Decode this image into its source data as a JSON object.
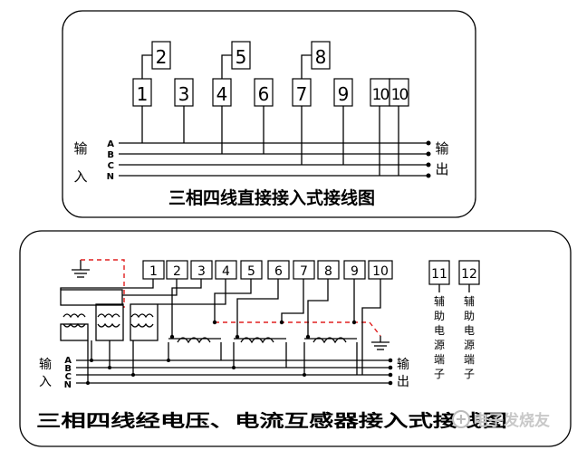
{
  "top": {
    "terminals": [
      "1",
      "3",
      "4",
      "6",
      "7",
      "9",
      "10",
      "10"
    ],
    "upper_terminals": [
      "2",
      "5",
      "8"
    ],
    "phases": [
      "A",
      "B",
      "C",
      "N"
    ],
    "in_label": [
      "输",
      "入"
    ],
    "out_label": [
      "输",
      "出"
    ],
    "caption": "三相四线直接接入式接线图"
  },
  "bottom": {
    "terminals": [
      "1",
      "2",
      "3",
      "4",
      "5",
      "6",
      "7",
      "8",
      "9",
      "10"
    ],
    "aux_terminals": [
      "11",
      "12"
    ],
    "aux_label": [
      "辅",
      "助",
      "电",
      "源",
      "端",
      "子"
    ],
    "phases": [
      "A",
      "B",
      "C",
      "N"
    ],
    "in_label": [
      "输",
      "入"
    ],
    "out_label": [
      "输",
      "出"
    ],
    "caption": "三相四线经电压、电流互感器接入式接线图",
    "watermark": "电子发烧友"
  }
}
